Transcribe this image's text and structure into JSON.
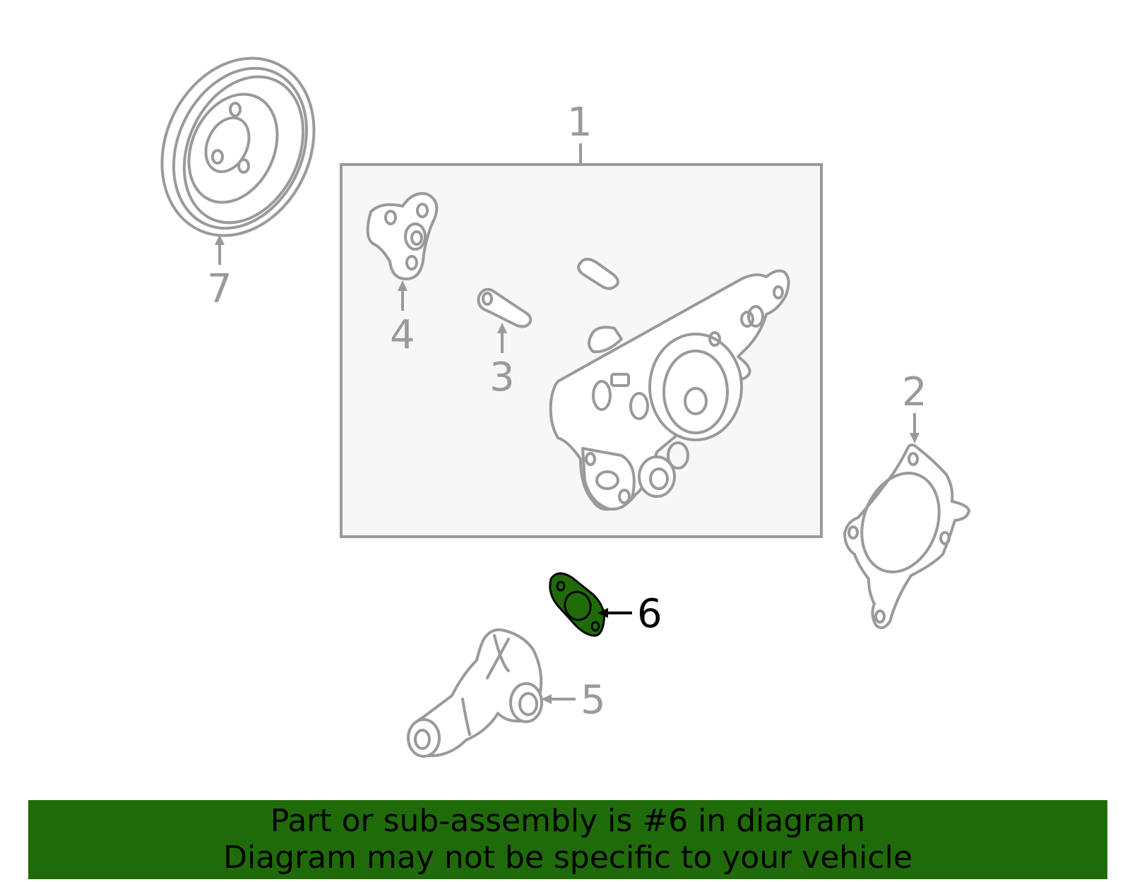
{
  "callouts": [
    {
      "id": "1",
      "label": "1"
    },
    {
      "id": "2",
      "label": "2"
    },
    {
      "id": "3",
      "label": "3"
    },
    {
      "id": "4",
      "label": "4"
    },
    {
      "id": "5",
      "label": "5"
    },
    {
      "id": "6",
      "label": "6"
    },
    {
      "id": "7",
      "label": "7"
    }
  ],
  "highlighted_part": "6",
  "colors": {
    "highlight": "#1f6b0a",
    "line_gray": "#9a9a9a",
    "assembly_box_fill": "#f7f7f7"
  },
  "banner": {
    "line1": "Part or sub-assembly is #6 in diagram",
    "line2": "Diagram may not be specific to your vehicle"
  }
}
